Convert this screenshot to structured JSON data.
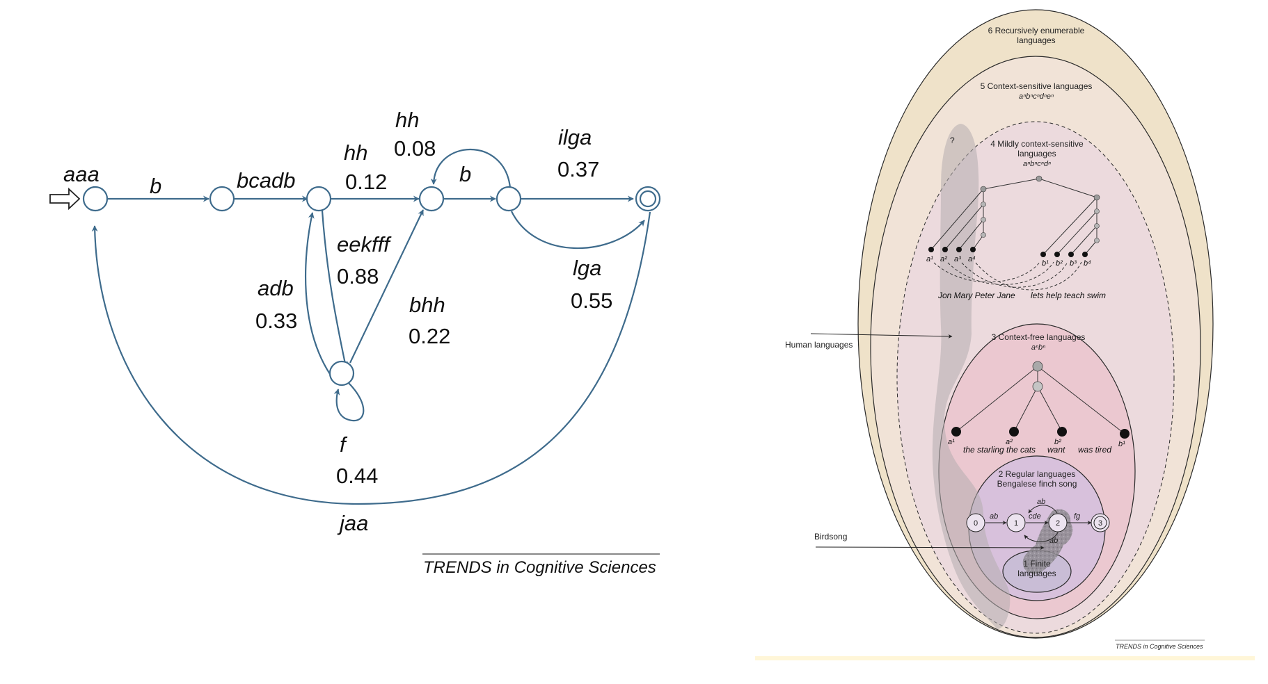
{
  "fsa": {
    "edges": {
      "aaa": "aaa",
      "b1": "b",
      "bcadb": "bcadb",
      "hh1": "hh",
      "hh1_prob": "0.12",
      "hh2": "hh",
      "hh2_prob": "0.08",
      "b2": "b",
      "ilga": "ilga",
      "ilga_prob": "0.37",
      "lga": "lga",
      "lga_prob": "0.55",
      "eekfff": "eekfff",
      "eekfff_prob": "0.88",
      "adb": "adb",
      "adb_prob": "0.33",
      "bhh": "bhh",
      "bhh_prob": "0.22",
      "f": "f",
      "f_prob": "0.44",
      "jaa": "jaa"
    },
    "credit": "TRENDS in Cognitive Sciences",
    "colors": {
      "edge": "#3e6b8c"
    }
  },
  "hierarchy": {
    "levels": {
      "l6": "6 Recursively enumerable",
      "l6b": "languages",
      "l5": "5 Context-sensitive languages",
      "l5_formula": "aⁿbⁿcⁿdⁿeⁿ",
      "l4": "4 Mildly context-sensitive",
      "l4b": "languages",
      "l4_formula": "aⁿbⁿcⁿdⁿ",
      "l3": "3 Context-free languages",
      "l3_formula": "aⁿbⁿ",
      "l2": "2 Regular languages",
      "l2b": "Bengalese finch song",
      "l1": "1 Finite",
      "l1b": "languages"
    },
    "question_mark": "?",
    "side_labels": {
      "human": "Human languages",
      "birdsong": "Birdsong"
    },
    "crossed_tree": {
      "leaves_left": [
        "a¹",
        "a²",
        "a³",
        "a⁴"
      ],
      "leaves_right": [
        "b¹",
        "b²",
        "b³",
        "b⁴"
      ],
      "sentence_left": "Jon Mary Peter Jane",
      "sentence_right": "lets help teach swim"
    },
    "cf_tree": {
      "leaves": [
        "a¹",
        "a²",
        "b²",
        "b¹"
      ],
      "words": [
        "the starling the cats",
        "want",
        "was tired"
      ]
    },
    "fsm": {
      "states": [
        "0",
        "1",
        "2",
        "3"
      ],
      "edges": [
        "ab",
        "cde",
        "fg",
        "ab",
        "ab"
      ]
    },
    "credit": "TRENDS in Cognitive Sciences",
    "colors": {
      "outer": "#efe2c9",
      "l5": "#f1e3d7",
      "l4": "#ecdadd",
      "l3": "#ebc8d0",
      "l2": "#d8c1dc",
      "l1": "#c9bdd6",
      "human_band": "#b4adae",
      "footer_band": "#fff6d8"
    }
  }
}
